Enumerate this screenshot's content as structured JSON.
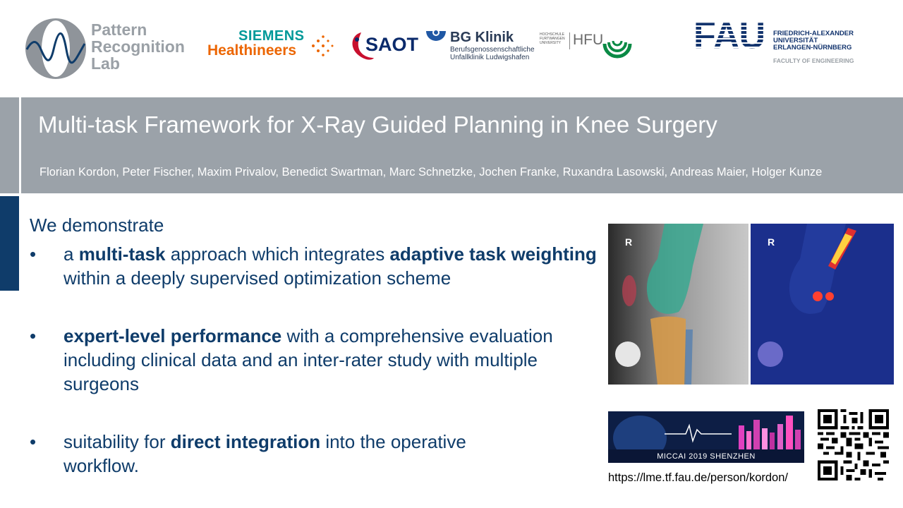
{
  "header": {
    "prl_logo": {
      "lines": [
        "Pattern",
        "Recognition",
        "Lab"
      ]
    },
    "siemens_logo": {
      "top": "SIEMENS",
      "bottom": "Healthineers"
    },
    "saot_logo": {
      "text": "SAOT"
    },
    "bg_logo": {
      "title": "BG Klinik",
      "sub1": "Berufsgenossenschaftliche",
      "sub2": "Unfallklinik Ludwigshafen"
    },
    "hfu_logo": {
      "small1": "HOCHSCHULE",
      "small2": "FURTWANGEN",
      "small3": "UNIVERSITY",
      "text": "HFU"
    },
    "fau_logo": {
      "letters": "FAU",
      "line1": "FRIEDRICH-ALEXANDER",
      "line2": "UNIVERSITÄT",
      "line3": "ERLANGEN-NÜRNBERG",
      "faculty": "FACULTY OF ENGINEERING"
    }
  },
  "title": "Multi-task Framework for X-Ray Guided Planning in Knee Surgery",
  "authors": "Florian Kordon, Peter Fischer, Maxim Privalov, Benedict Swartman, Marc Schnetzke, Jochen Franke, Ruxandra Lasowski, Andreas Maier, Holger Kunze",
  "intro": "We demonstrate",
  "bullet_symbol": "•",
  "bullets": [
    {
      "b1": "multi-task",
      "t0": "a ",
      "t1": " approach which integrates ",
      "b2": "adaptive task weighting",
      "t2": " within a deeply supervised optimization scheme"
    },
    {
      "b1": "expert-level performance",
      "t1": " with a comprehensive evaluation including clinical data and an inter-rater study with multiple surgeons"
    },
    {
      "t0": "suitability for ",
      "b1": "direct integration",
      "t1": " into the operative workflow."
    }
  ],
  "figure": {
    "left_label": "R",
    "right_label": "R"
  },
  "banner": {
    "text": "MICCAI 2019 SHENZHEN"
  },
  "url": "https://lme.tf.fau.de/person/kordon/",
  "colors": {
    "navy": "#0f3c6a",
    "band": "#9ba2a9"
  }
}
